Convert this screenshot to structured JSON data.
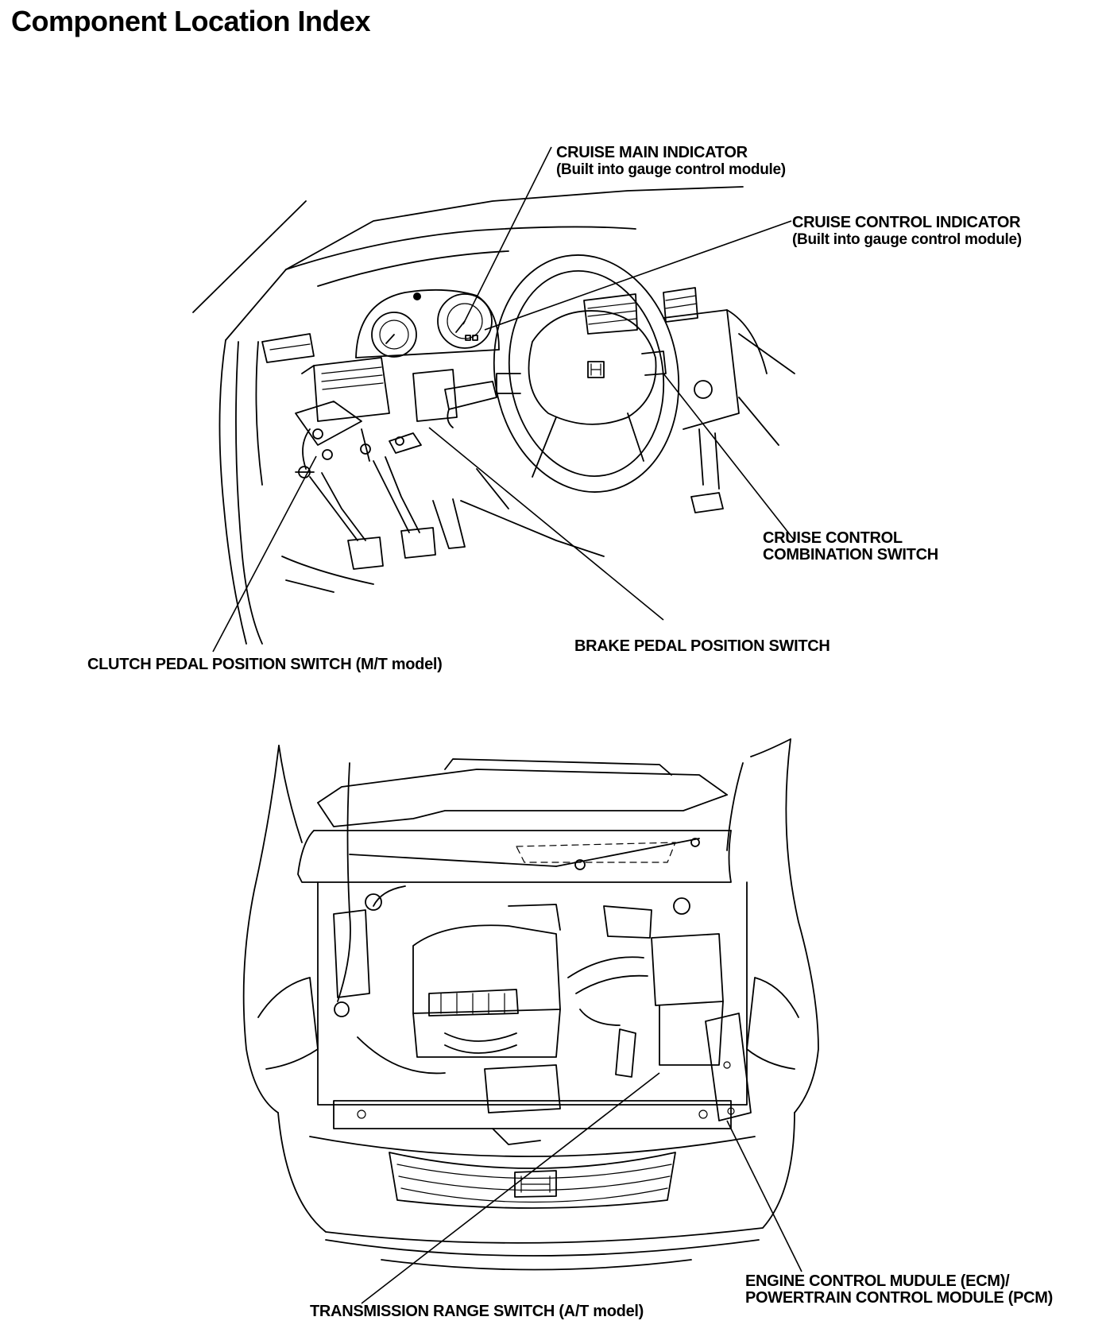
{
  "page": {
    "title": "Component Location Index"
  },
  "labels": {
    "cruise_main_indicator": {
      "line1": "CRUISE MAIN INDICATOR",
      "line2": "(Built into gauge control module)"
    },
    "cruise_control_indicator": {
      "line1": "CRUISE CONTROL INDICATOR",
      "line2": "(Built into gauge control module)"
    },
    "cruise_control_combination_switch": {
      "line1": "CRUISE CONTROL",
      "line2": "COMBINATION SWITCH"
    },
    "brake_pedal_position_switch": {
      "line1": "BRAKE PEDAL POSITION SWITCH"
    },
    "clutch_pedal_position_switch": {
      "line1": "CLUTCH PEDAL POSITION SWITCH (M/T model)"
    },
    "ecm_pcm": {
      "line1": "ENGINE CONTROL MUDULE (ECM)/",
      "line2": "POWERTRAIN CONTROL MODULE (PCM)"
    },
    "transmission_range_switch": {
      "line1": "TRANSMISSION RANGE SWITCH (A/T model)"
    }
  }
}
